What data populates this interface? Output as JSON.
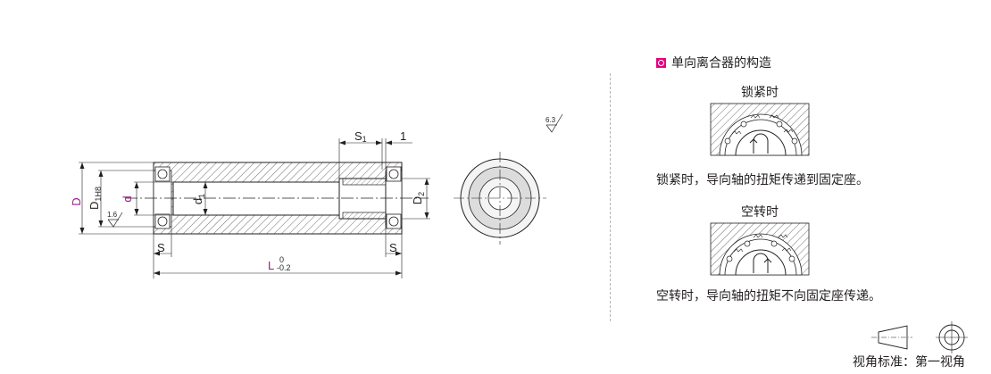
{
  "drawing": {
    "dim_D": "D",
    "dim_D1": "D",
    "dim_D1_sub": "1H8",
    "dim_d": "d",
    "dim_d1": "d",
    "dim_d1_sub": "1",
    "dim_D2": "D",
    "dim_D2_sub": "2",
    "dim_S_left": "S",
    "dim_S_right": "S",
    "dim_S1": "S",
    "dim_S1_sub": "1",
    "dim_1": "1",
    "dim_L": "L",
    "dim_L_upper": "0",
    "dim_L_lower": "-0.2",
    "roughness_1": "1.6",
    "roughness_2": "6.3"
  },
  "section": {
    "title": "单向离合器的构造",
    "locked": {
      "label": "锁紧时",
      "description": "锁紧时，导向轴的扭矩传递到固定座。"
    },
    "free": {
      "label": "空转时",
      "description": "空转时，导向轴的扭矩不向固定座传递。"
    }
  },
  "view_standard": {
    "label": "视角标准",
    "colon": "：",
    "value": "第一视角"
  }
}
